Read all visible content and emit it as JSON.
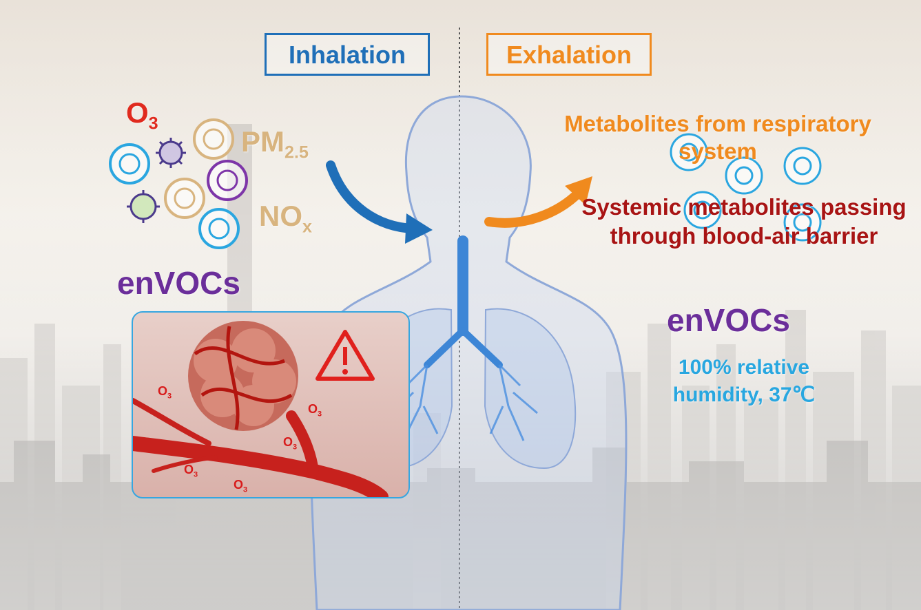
{
  "header": {
    "inhalation_label": "Inhalation",
    "exhalation_label": "Exhalation"
  },
  "inhalation": {
    "ozone_base": "O",
    "ozone_sub": "3",
    "pm_base": "PM",
    "pm_sub": "2.5",
    "nox_base": "NO",
    "nox_sub": "x",
    "envocs_label": "enVOCs"
  },
  "inset": {
    "ozone_labels": [
      {
        "base": "O",
        "sub": "3"
      },
      {
        "base": "O",
        "sub": "3"
      },
      {
        "base": "O",
        "sub": "3"
      },
      {
        "base": "O",
        "sub": "3"
      },
      {
        "base": "O",
        "sub": "3"
      }
    ]
  },
  "exhalation": {
    "respiratory_label": "Metabolites from respiratory system",
    "systemic_label": "Systemic metabolites passing through blood-air barrier",
    "envocs_label": "enVOCs",
    "humidity_label": "100% relative humidity, 37℃"
  },
  "colors": {
    "inhalation_blue": "#1f6fb8",
    "exhalation_orange": "#f08a1e",
    "ozone_red": "#e02a1e",
    "particle_tan": "#d8b47f",
    "envocs_purple": "#6b2e9a",
    "systemic_red": "#a81414",
    "humidity_cyan": "#28a7e0"
  },
  "icons": [
    "virus-icon",
    "warning-icon",
    "particle-icon",
    "body-outline-icon",
    "lungs-icon",
    "tumor-icon",
    "blood-vessel-icon"
  ]
}
